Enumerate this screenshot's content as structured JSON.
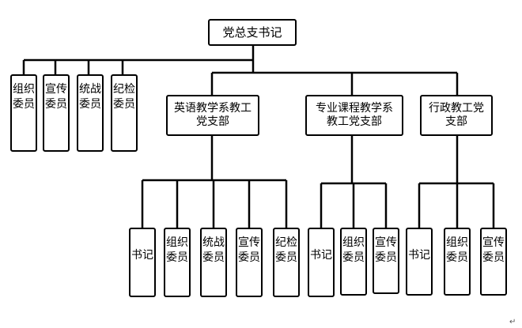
{
  "root": {
    "label": "党总支书记"
  },
  "committee": [
    {
      "label": "组织委员"
    },
    {
      "label": "宣传委员"
    },
    {
      "label": "统战委员"
    },
    {
      "label": "纪检委员"
    }
  ],
  "branches": [
    {
      "label": "英语教学系教工党支部",
      "members": [
        {
          "label": "书记"
        },
        {
          "label": "组织委员"
        },
        {
          "label": "统战委员"
        },
        {
          "label": "宣传委员"
        },
        {
          "label": "纪检委员"
        }
      ]
    },
    {
      "label": "专业课程教学系教工党支部",
      "members": [
        {
          "label": "书记"
        },
        {
          "label": "组织委员"
        },
        {
          "label": "宣传委员"
        }
      ]
    },
    {
      "label": "行政教工党支部",
      "members": [
        {
          "label": "书记"
        },
        {
          "label": "组织委员"
        },
        {
          "label": "宣传委员"
        }
      ]
    }
  ],
  "paragraph_mark": "↵"
}
